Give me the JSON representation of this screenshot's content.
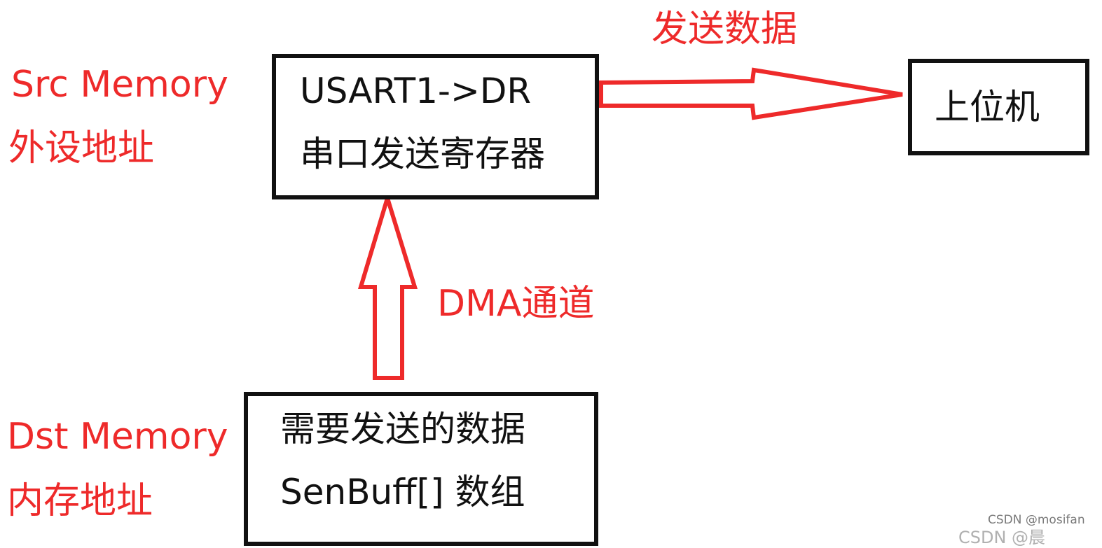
{
  "colors": {
    "accent": "#ee2a2a",
    "box_border": "#111111",
    "text": "#111111"
  },
  "labels": {
    "src_memory": "Src Memory",
    "src_memory_cn": "外设地址",
    "dst_memory": "Dst Memory",
    "dst_memory_cn": "内存地址",
    "send_data": "发送数据",
    "dma_channel": "DMA通道"
  },
  "boxes": {
    "usart": {
      "line1": "USART1->DR",
      "line2": "串口发送寄存器"
    },
    "host": {
      "label": "上位机"
    },
    "buffer": {
      "line1": "需要发送的数据",
      "line2": "SenBuff[] 数组"
    }
  },
  "watermark": {
    "text": "CSDN @mosifan",
    "cut_text": "CSDN @晨"
  }
}
